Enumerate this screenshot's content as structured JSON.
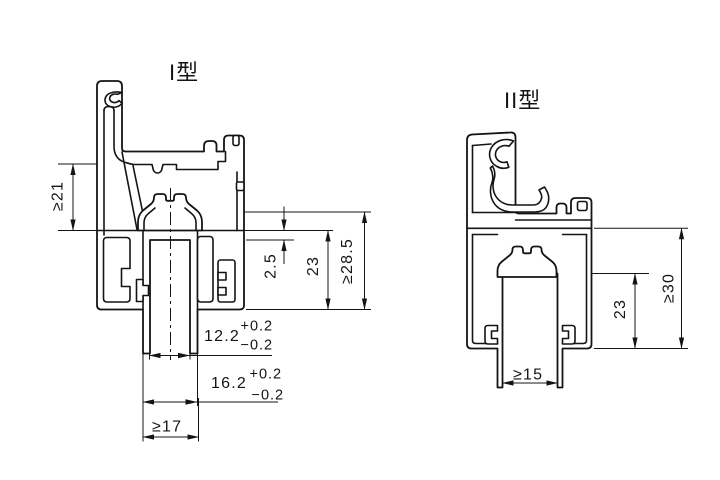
{
  "page": {
    "background": "#ffffff",
    "line_color": "#141414"
  },
  "profiles": {
    "type1": {
      "title": "I型",
      "dims": {
        "web_height": "≥21",
        "step": "2.5",
        "channel_depth": "23",
        "overall_height": "≥28.5",
        "groove_inner_width": "12.2",
        "groove_inner_tol_plus": "+0.2",
        "groove_inner_tol_minus": "−0.2",
        "groove_outer_width": "16.2",
        "groove_outer_tol_plus": "+0.2",
        "groove_outer_tol_minus": "−0.2",
        "opening_width": "≥17"
      }
    },
    "type2": {
      "title": "II型",
      "dims": {
        "channel_depth": "23",
        "overall_height": "≥30",
        "opening_width": "≥15"
      }
    }
  }
}
